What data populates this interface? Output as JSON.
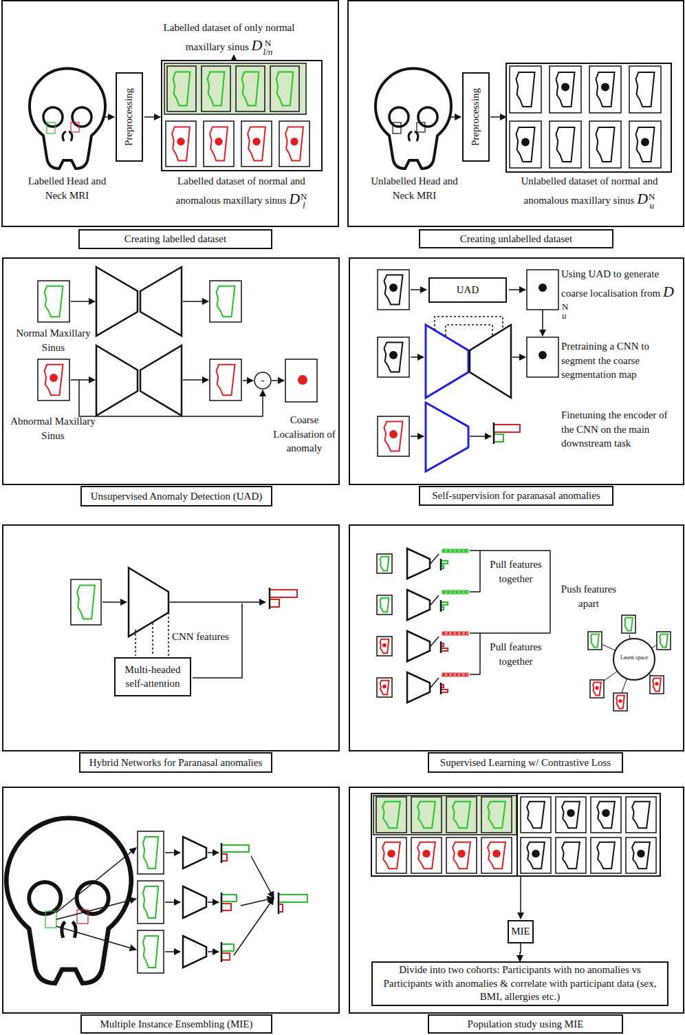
{
  "diagram": {
    "nodes": [
      {
        "text": [
          "Creating labelled dataset"
        ]
      },
      {
        "text": [
          "Preprocessing"
        ],
        "in": 0
      },
      {
        "text": [
          "Creating unlabelled dataset"
        ]
      },
      {
        "text": [
          "Preprocessing"
        ],
        "in": 2
      },
      {
        "text": [
          "Unsupervised Anomaly Detection (UAD)"
        ]
      },
      {
        "text": [
          "Self-supervision for paranasal anomalies"
        ]
      },
      {
        "text": [
          "UAD"
        ],
        "in": 5
      },
      {
        "text": [
          "Hybrid Networks for Paranasal anomalies"
        ]
      },
      {
        "text": [
          "Multi-headed self-attention"
        ],
        "in": 7
      },
      {
        "text": [
          "Supervised Learning w/ Contrastive Loss"
        ]
      },
      {
        "text": [
          "Multiple Instance Ensembling (MIE)"
        ]
      },
      {
        "text": [
          "Population study using MIE"
        ]
      },
      {
        "text": [
          "MIE"
        ],
        "in": 11
      },
      {
        "text": [
          "Divide into two cohorts: Participants with no anomalies vs Participants with anomalies & correlate with participant data (sex, BMI, allergies etc.)"
        ],
        "in": 11
      }
    ],
    "edges": [
      {
        "from": 12,
        "to": 13,
        "arrow": "to"
      }
    ],
    "labels": [
      "Labelled dataset of only normal maxillary sinus",
      "D",
      "N",
      "l/n",
      "Labelled Head and Neck MRI",
      "Labelled dataset of normal and anomalous maxillary sinus",
      "D",
      "N",
      "l",
      "Unlabelled Head and Neck MRI",
      "Unlabelled dataset of normal and anomalous maxillary sinus",
      "D",
      "N",
      "u",
      "Normal Maxillary Sinus",
      "Abnormal Maxillary Sinus",
      "-",
      "Coarse Localisation of anomaly",
      "Using UAD to generate coarse localisation from",
      "D",
      "N",
      "u",
      "Pretraining a CNN to segment the coarse segmentation map",
      "Finetuning the encoder of the CNN on the main downstream task",
      "CNN features",
      "Pull features together",
      "Pull features together",
      "Push features apart",
      "Latent space"
    ]
  }
}
